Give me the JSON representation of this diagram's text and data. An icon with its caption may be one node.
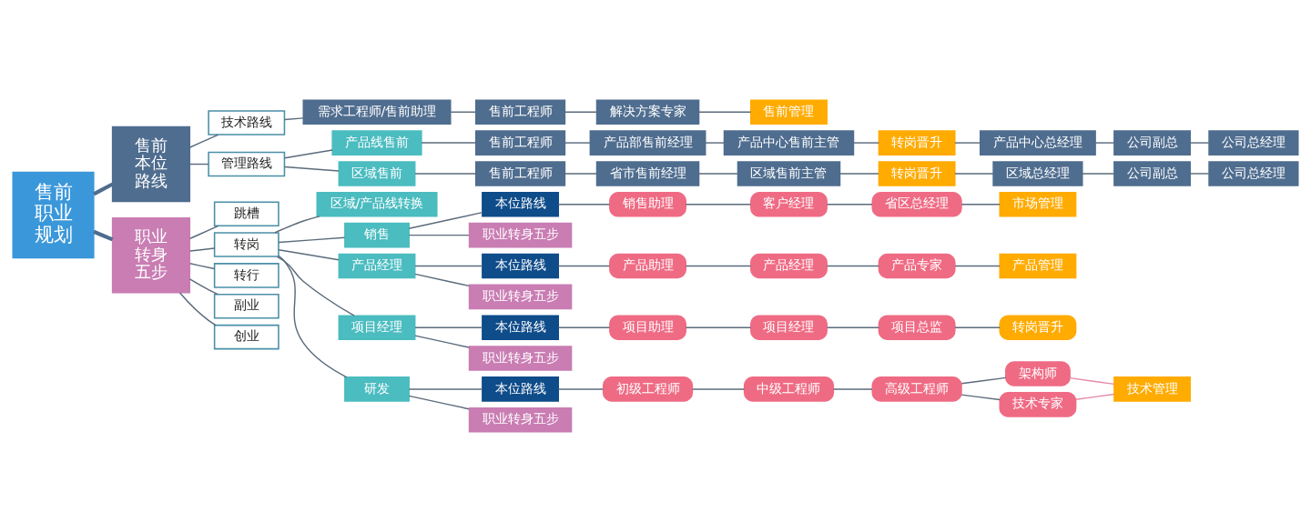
{
  "diagram": {
    "nodes": [
      {
        "text": [
          "售前职业规划"
        ]
      },
      {
        "text": [
          "售前本位路线"
        ]
      },
      {
        "text": [
          "技术路线"
        ]
      },
      {
        "text": [
          "需求工程师/售前助理"
        ]
      },
      {
        "text": [
          "售前工程师"
        ]
      },
      {
        "text": [
          "解决方案专家"
        ]
      },
      {
        "text": [
          "售前管理"
        ]
      },
      {
        "text": [
          "管理路线"
        ]
      },
      {
        "text": [
          "产品线售前"
        ]
      },
      {
        "text": [
          "售前工程师"
        ]
      },
      {
        "text": [
          "产品部售前经理"
        ]
      },
      {
        "text": [
          "产品中心售前主管"
        ]
      },
      {
        "text": [
          "转岗晋升"
        ]
      },
      {
        "text": [
          "产品中心总经理"
        ]
      },
      {
        "text": [
          "公司副总"
        ]
      },
      {
        "text": [
          "公司总经理"
        ]
      },
      {
        "text": [
          "区域售前"
        ]
      },
      {
        "text": [
          "售前工程师"
        ]
      },
      {
        "text": [
          "省市售前经理"
        ]
      },
      {
        "text": [
          "区域售前主管"
        ]
      },
      {
        "text": [
          "转岗晋升"
        ]
      },
      {
        "text": [
          "区域总经理"
        ]
      },
      {
        "text": [
          "公司副总"
        ]
      },
      {
        "text": [
          "公司总经理"
        ]
      },
      {
        "text": [
          "职业转身五步"
        ]
      },
      {
        "text": [
          "跳槽"
        ]
      },
      {
        "text": [
          "转岗"
        ]
      },
      {
        "text": [
          "区域/产品线转换"
        ]
      },
      {
        "text": [
          "销售"
        ]
      },
      {
        "text": [
          "本位路线"
        ]
      },
      {
        "text": [
          "销售助理"
        ]
      },
      {
        "text": [
          "客户经理"
        ]
      },
      {
        "text": [
          "省区总经理"
        ]
      },
      {
        "text": [
          "市场管理"
        ]
      },
      {
        "text": [
          "职业转身五步"
        ]
      },
      {
        "text": [
          "产品经理"
        ]
      },
      {
        "text": [
          "本位路线"
        ]
      },
      {
        "text": [
          "产品助理"
        ]
      },
      {
        "text": [
          "产品经理"
        ]
      },
      {
        "text": [
          "产品专家"
        ]
      },
      {
        "text": [
          "产品管理"
        ]
      },
      {
        "text": [
          "职业转身五步"
        ]
      },
      {
        "text": [
          "项目经理"
        ]
      },
      {
        "text": [
          "本位路线"
        ]
      },
      {
        "text": [
          "项目助理"
        ]
      },
      {
        "text": [
          "项目经理"
        ]
      },
      {
        "text": [
          "项目总监"
        ]
      },
      {
        "text": [
          "转岗晋升"
        ]
      },
      {
        "text": [
          "职业转身五步"
        ]
      },
      {
        "text": [
          "研发"
        ]
      },
      {
        "text": [
          "本位路线"
        ]
      },
      {
        "text": [
          "初级工程师"
        ]
      },
      {
        "text": [
          "中级工程师"
        ]
      },
      {
        "text": [
          "高级工程师"
        ]
      },
      {
        "text": [
          "架构师"
        ]
      },
      {
        "text": [
          "技术专家"
        ]
      },
      {
        "text": [
          "技术管理"
        ]
      },
      {
        "text": [
          "职业转身五步"
        ]
      },
      {
        "text": [
          "转行"
        ]
      },
      {
        "text": [
          "副业"
        ]
      },
      {
        "text": [
          "创业"
        ]
      }
    ],
    "edges": [
      {
        "from": 0,
        "to": 1,
        "arrow": "none",
        "style": "thick",
        "color": "#4e6d8f"
      },
      {
        "from": 0,
        "to": 24,
        "arrow": "none",
        "style": "thick",
        "color": "#4e6d8f"
      },
      {
        "from": 1,
        "to": 2,
        "arrow": "none"
      },
      {
        "from": 2,
        "to": 3,
        "arrow": "none"
      },
      {
        "from": 3,
        "to": 4,
        "arrow": "none"
      },
      {
        "from": 4,
        "to": 5,
        "arrow": "none"
      },
      {
        "from": 5,
        "to": 6,
        "arrow": "none"
      },
      {
        "from": 1,
        "to": 7,
        "arrow": "none"
      },
      {
        "from": 7,
        "to": 8,
        "arrow": "none"
      },
      {
        "from": 8,
        "to": 9,
        "arrow": "none"
      },
      {
        "from": 9,
        "to": 10,
        "arrow": "none"
      },
      {
        "from": 10,
        "to": 11,
        "arrow": "none"
      },
      {
        "from": 11,
        "to": 12,
        "arrow": "none"
      },
      {
        "from": 12,
        "to": 13,
        "arrow": "none"
      },
      {
        "from": 13,
        "to": 14,
        "arrow": "none"
      },
      {
        "from": 14,
        "to": 15,
        "arrow": "none"
      },
      {
        "from": 7,
        "to": 16,
        "arrow": "none"
      },
      {
        "from": 16,
        "to": 17,
        "arrow": "none"
      },
      {
        "from": 17,
        "to": 18,
        "arrow": "none"
      },
      {
        "from": 18,
        "to": 19,
        "arrow": "none"
      },
      {
        "from": 19,
        "to": 20,
        "arrow": "none"
      },
      {
        "from": 20,
        "to": 21,
        "arrow": "none"
      },
      {
        "from": 21,
        "to": 22,
        "arrow": "none"
      },
      {
        "from": 22,
        "to": 23,
        "arrow": "none"
      },
      {
        "from": 24,
        "to": 25,
        "arrow": "none"
      },
      {
        "from": 24,
        "to": 26,
        "arrow": "none"
      },
      {
        "from": 26,
        "to": 27,
        "arrow": "none"
      },
      {
        "from": 26,
        "to": 28,
        "arrow": "none"
      },
      {
        "from": 28,
        "to": 29,
        "arrow": "none"
      },
      {
        "from": 29,
        "to": 30,
        "arrow": "none"
      },
      {
        "from": 30,
        "to": 31,
        "arrow": "none"
      },
      {
        "from": 31,
        "to": 32,
        "arrow": "none"
      },
      {
        "from": 32,
        "to": 33,
        "arrow": "none"
      },
      {
        "from": 28,
        "to": 34,
        "arrow": "none"
      },
      {
        "from": 26,
        "to": 35,
        "arrow": "none"
      },
      {
        "from": 35,
        "to": 36,
        "arrow": "none"
      },
      {
        "from": 36,
        "to": 37,
        "arrow": "none"
      },
      {
        "from": 37,
        "to": 38,
        "arrow": "none"
      },
      {
        "from": 38,
        "to": 39,
        "arrow": "none"
      },
      {
        "from": 39,
        "to": 40,
        "arrow": "none"
      },
      {
        "from": 35,
        "to": 41,
        "arrow": "none"
      },
      {
        "from": 26,
        "to": 42,
        "arrow": "none"
      },
      {
        "from": 42,
        "to": 43,
        "arrow": "none"
      },
      {
        "from": 43,
        "to": 44,
        "arrow": "none"
      },
      {
        "from": 44,
        "to": 45,
        "arrow": "none"
      },
      {
        "from": 45,
        "to": 46,
        "arrow": "none"
      },
      {
        "from": 46,
        "to": 47,
        "arrow": "none"
      },
      {
        "from": 42,
        "to": 48,
        "arrow": "none"
      },
      {
        "from": 26,
        "to": 49,
        "arrow": "none"
      },
      {
        "from": 49,
        "to": 50,
        "arrow": "none"
      },
      {
        "from": 50,
        "to": 51,
        "arrow": "none"
      },
      {
        "from": 51,
        "to": 52,
        "arrow": "none"
      },
      {
        "from": 52,
        "to": 53,
        "arrow": "none"
      },
      {
        "from": 53,
        "to": 54,
        "arrow": "none"
      },
      {
        "from": 53,
        "to": 55,
        "arrow": "none"
      },
      {
        "from": 54,
        "to": 56,
        "arrow": "none",
        "color": "#e58aa6"
      },
      {
        "from": 55,
        "to": 56,
        "arrow": "none",
        "color": "#e58aa6"
      },
      {
        "from": 49,
        "to": 57,
        "arrow": "none"
      },
      {
        "from": 24,
        "to": 58,
        "arrow": "none"
      },
      {
        "from": 24,
        "to": 59,
        "arrow": "none"
      },
      {
        "from": 24,
        "to": 60,
        "arrow": "none"
      }
    ]
  }
}
